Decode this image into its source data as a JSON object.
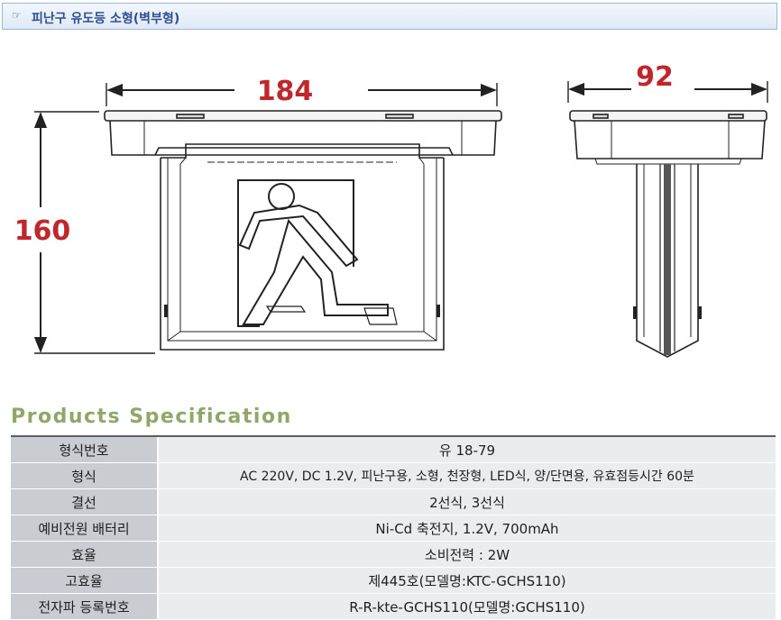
{
  "header": {
    "icon": "pointing-hand-icon",
    "title": "피난구 유도등 소형(벽부형)"
  },
  "drawing": {
    "width_label": "184",
    "depth_label": "92",
    "height_label": "160",
    "accent_color": "#c0272d"
  },
  "spec": {
    "heading": "Products Specification",
    "rows": [
      {
        "label": "형식번호",
        "value": "유 18-79"
      },
      {
        "label": "형식",
        "value": "AC 220V, DC 1.2V, 피난구용, 소형, 천장형, LED식, 양/단면용, 유효점등시간 60분"
      },
      {
        "label": "결선",
        "value": "2선식, 3선식"
      },
      {
        "label": "예비전원 배터리",
        "value": "Ni-Cd 축전지, 1.2V, 700mAh"
      },
      {
        "label": "효율",
        "value": "소비전력 : 2W"
      },
      {
        "label": "고효율",
        "value": "제445호(모델명:KTC-GCHS110)"
      },
      {
        "label": "전자파 등록번호",
        "value": "R-R-kte-GCHS110(모델명:GCHS110)"
      }
    ]
  }
}
